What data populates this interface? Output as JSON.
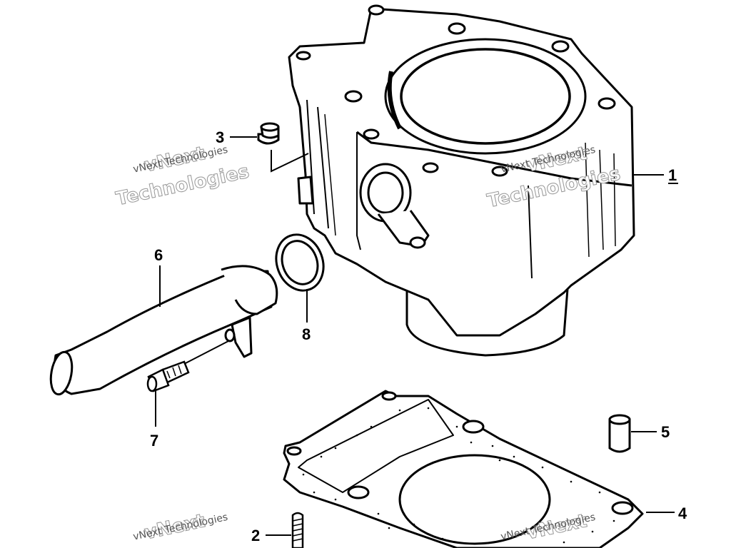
{
  "callouts": [
    "1",
    "2",
    "3",
    "4",
    "5",
    "6",
    "7",
    "8"
  ],
  "watermark": {
    "small": "vNext Technologies",
    "big_top": "vNext",
    "big_bottom": "Technologies"
  },
  "colors": {
    "ink": "#000000",
    "paper": "#ffffff"
  }
}
